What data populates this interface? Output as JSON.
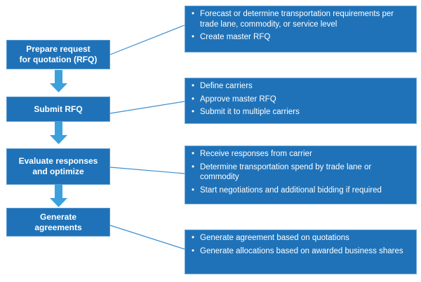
{
  "steps": [
    {
      "label_line1": "Prepare request",
      "label_line2": "for quotation (RFQ)"
    },
    {
      "label_line1": "Submit RFQ",
      "label_line2": ""
    },
    {
      "label_line1": "Evaluate responses",
      "label_line2": "and optimize"
    },
    {
      "label_line1": "Generate",
      "label_line2": "agreements"
    }
  ],
  "details": [
    {
      "items": [
        "Forecast or determine transportation requirements per trade lane, commodity, or service level",
        "Create master RFQ"
      ]
    },
    {
      "items": [
        "Define carriers",
        "Approve master RFQ",
        "Submit it to multiple carriers"
      ]
    },
    {
      "items": [
        "Receive responses from carrier",
        "Determine transportation spend by trade lane or commodity",
        "Start negotiations and additional bidding if required"
      ]
    },
    {
      "items": [
        "Generate agreement based on quotations",
        "Generate allocations based on awarded business shares"
      ]
    }
  ],
  "bullet_glyph": "•",
  "colors": {
    "box_fill": "#1f72b8",
    "arrow": "#3ba0dc",
    "connector": "#3d8fd0"
  }
}
